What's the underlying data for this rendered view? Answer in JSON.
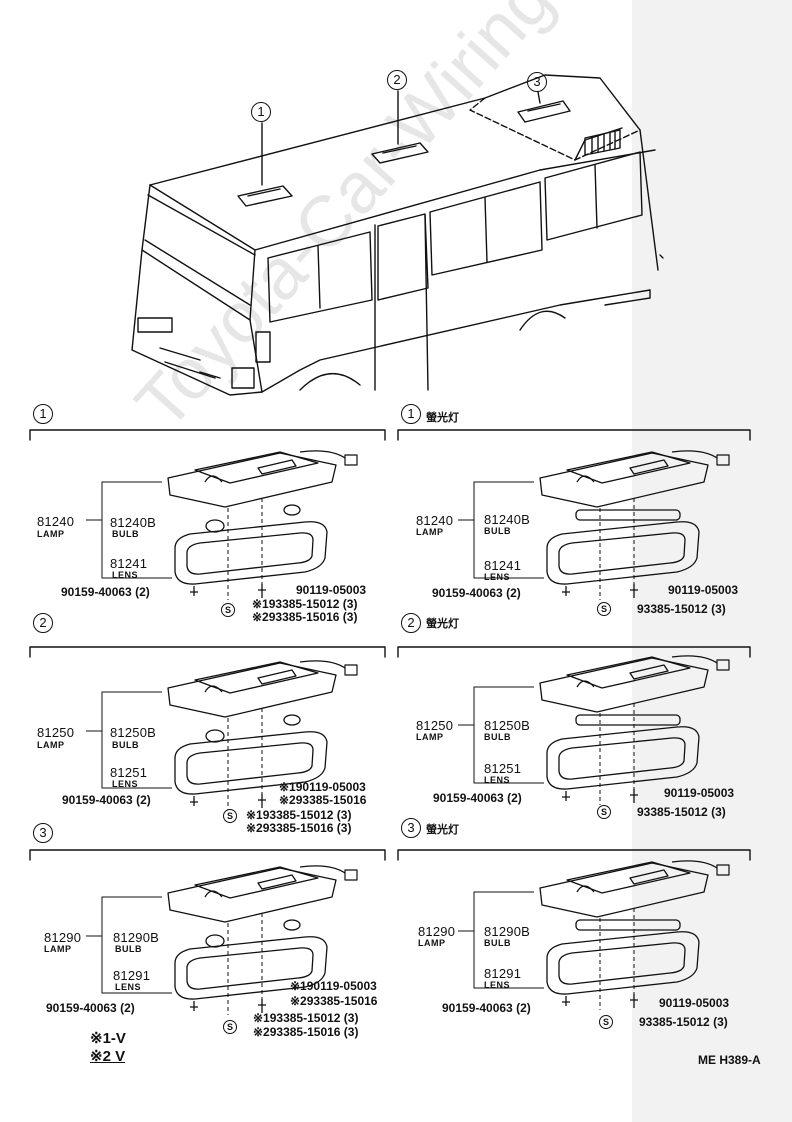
{
  "watermark": "Toyota-Car-Wiring",
  "bus": {
    "callouts": [
      "1",
      "2",
      "3"
    ]
  },
  "sections": [
    {
      "id": "1",
      "variant": "standard",
      "lamp": {
        "part": "81240",
        "label": "LAMP"
      },
      "bulb": {
        "part": "81240B",
        "label": "BULB"
      },
      "lens": {
        "part": "81241",
        "label": "LENS"
      },
      "screw": "90159-40063 (2)",
      "fasteners": [
        "90119-05003",
        "※193385-15012 (3)",
        "※293385-15016 (3)"
      ]
    },
    {
      "id": "1",
      "variant": "fluorescent",
      "caption": "螢光灯",
      "lamp": {
        "part": "81240",
        "label": "LAMP"
      },
      "bulb": {
        "part": "81240B",
        "label": "BULB"
      },
      "lens": {
        "part": "81241",
        "label": "LENS"
      },
      "screw": "90159-40063 (2)",
      "fasteners": [
        "90119-05003",
        "93385-15012 (3)"
      ]
    },
    {
      "id": "2",
      "variant": "standard",
      "lamp": {
        "part": "81250",
        "label": "LAMP"
      },
      "bulb": {
        "part": "81250B",
        "label": "BULB"
      },
      "lens": {
        "part": "81251",
        "label": "LENS"
      },
      "screw": "90159-40063 (2)",
      "fasteners": [
        "※190119-05003",
        "※293385-15016",
        "※193385-15012 (3)",
        "※293385-15016 (3)"
      ]
    },
    {
      "id": "2",
      "variant": "fluorescent",
      "caption": "螢光灯",
      "lamp": {
        "part": "81250",
        "label": "LAMP"
      },
      "bulb": {
        "part": "81250B",
        "label": "BULB"
      },
      "lens": {
        "part": "81251",
        "label": "LENS"
      },
      "screw": "90159-40063 (2)",
      "fasteners": [
        "90119-05003",
        "93385-15012 (3)"
      ]
    },
    {
      "id": "3",
      "variant": "standard",
      "lamp": {
        "part": "81290",
        "label": "LAMP"
      },
      "bulb": {
        "part": "81290B",
        "label": "BULB"
      },
      "lens": {
        "part": "81291",
        "label": "LENS"
      },
      "screw": "90159-40063 (2)",
      "fasteners": [
        "※190119-05003",
        "※293385-15016",
        "※193385-15012 (3)",
        "※293385-15016 (3)"
      ]
    },
    {
      "id": "3",
      "variant": "fluorescent",
      "caption": "螢光灯",
      "lamp": {
        "part": "81290",
        "label": "LAMP"
      },
      "bulb": {
        "part": "81290B",
        "label": "BULB"
      },
      "lens": {
        "part": "81291",
        "label": "LENS"
      },
      "screw": "90159-40063 (2)",
      "fasteners": [
        "90119-05003",
        "93385-15012 (3)"
      ]
    }
  ],
  "s_mark": "S",
  "legend": [
    "※1-V",
    "※2  V"
  ],
  "diagram_code": "ME H389-A"
}
